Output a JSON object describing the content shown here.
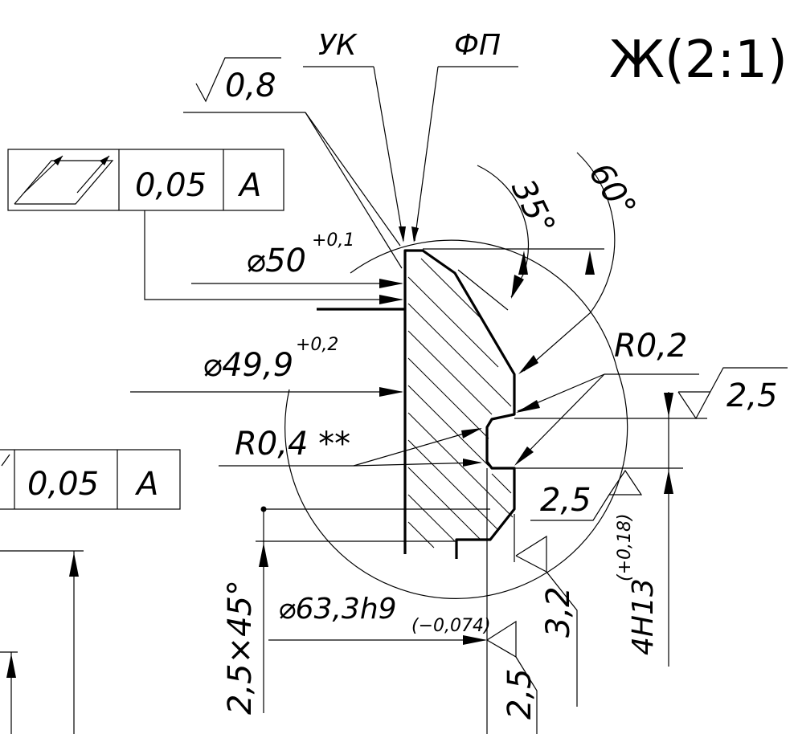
{
  "view_label": "Ж(2:1)",
  "leaders": {
    "uk": "УК",
    "fp": "ФП"
  },
  "roughness": {
    "top": "0,8",
    "right_groove": "2,5",
    "groove_bottom": "2,5",
    "bore": "3,2",
    "bottom": "2,5"
  },
  "frames": {
    "runout_top": {
      "tolerance": "0,05",
      "datum": "A"
    },
    "runout_left": {
      "tolerance": "0,05",
      "datum": "A"
    }
  },
  "dimensions": {
    "dia50": "⌀50",
    "dia50_tol": "+0,1",
    "dia49": "⌀49,9",
    "dia49_tol": "+0,2",
    "dia63": "⌀63,3h9",
    "dia63_tol": "(−0,074)",
    "chamfer": "2,5×45°",
    "groove_width": "4H13",
    "groove_width_tol": "(+0,18)",
    "angle1": "35°",
    "angle2": "60°"
  },
  "radii": {
    "r02": "R0,2",
    "r04": "R0,4 **"
  }
}
